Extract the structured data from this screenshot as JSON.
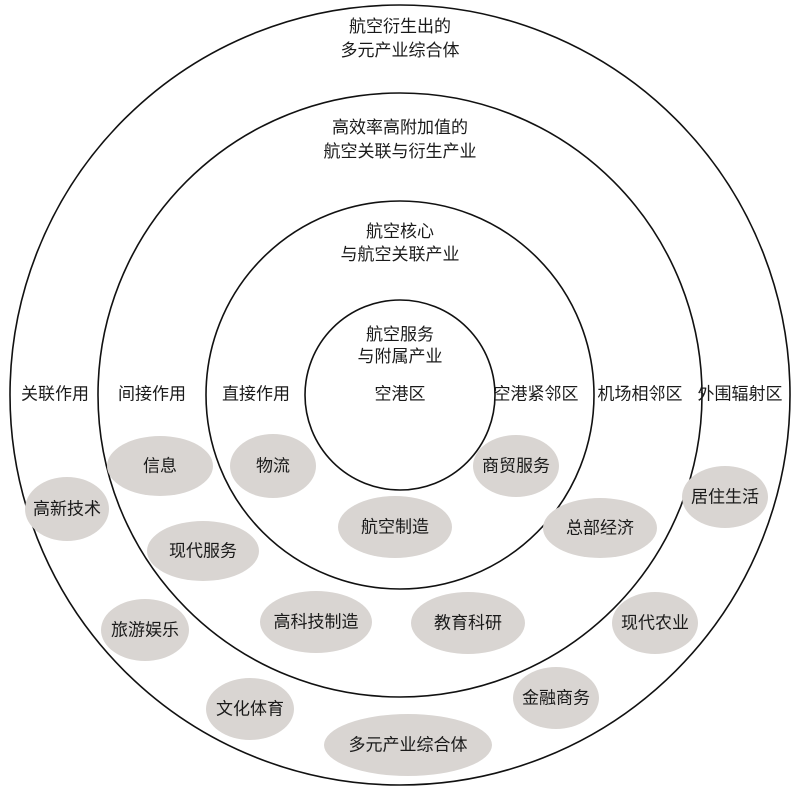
{
  "colors": {
    "ring_stroke": "#111111",
    "bubble_fill": "#d9d5d2",
    "background": "#ffffff",
    "text": "#1a1a1a"
  },
  "rings": {
    "outer": {
      "title_line1": "航空衍生出的",
      "title_line2": "多元产业综合体"
    },
    "second": {
      "title_line1": "高效率高附加值的",
      "title_line2": "航空关联与衍生产业"
    },
    "third": {
      "title_line1": "航空核心",
      "title_line2": "与航空关联产业"
    },
    "inner": {
      "title_line1": "航空服务",
      "title_line2": "与附属产业"
    }
  },
  "zone_labels": {
    "left_outer": "关联作用",
    "left_second": "间接作用",
    "left_third": "直接作用",
    "center": "空港区",
    "right_third": "空港紧邻区",
    "right_second": "机场相邻区",
    "right_outer": "外围辐射区"
  },
  "bubbles": [
    {
      "label": "信息"
    },
    {
      "label": "物流"
    },
    {
      "label": "商贸服务"
    },
    {
      "label": "高新技术"
    },
    {
      "label": "居住生活"
    },
    {
      "label": "航空制造"
    },
    {
      "label": "总部经济"
    },
    {
      "label": "现代服务"
    },
    {
      "label": "旅游娱乐"
    },
    {
      "label": "高科技制造"
    },
    {
      "label": "教育科研"
    },
    {
      "label": "现代农业"
    },
    {
      "label": "文化体育"
    },
    {
      "label": "金融商务"
    },
    {
      "label": "多元产业综合体"
    }
  ]
}
